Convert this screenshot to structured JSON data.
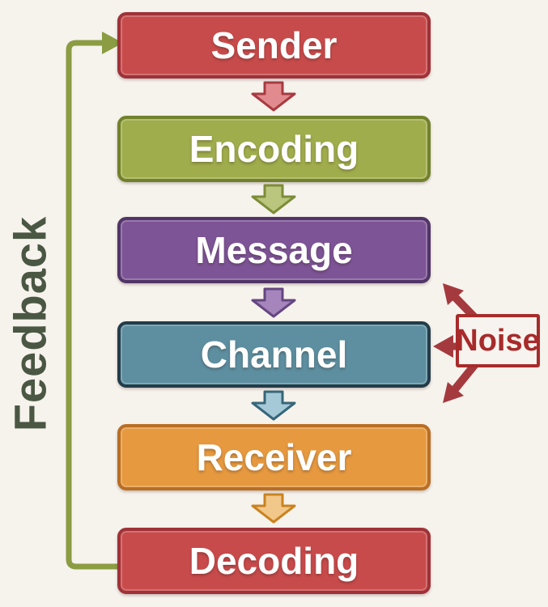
{
  "diagram": {
    "background": "#f6f2ec",
    "nodes": [
      {
        "label": "Sender",
        "fill": "#c84b4b",
        "border": "#9f3238",
        "arrow_fill": "#e28b8e",
        "arrow_border": "#a83a41"
      },
      {
        "label": "Encoding",
        "fill": "#a0ad4c",
        "border": "#71812c",
        "arrow_fill": "#bac57e",
        "arrow_border": "#7d8c37"
      },
      {
        "label": "Message",
        "fill": "#7d5495",
        "border": "#503566",
        "arrow_fill": "#a585bc",
        "arrow_border": "#644680"
      },
      {
        "label": "Channel",
        "fill": "#5d8fa0",
        "border": "#233c49",
        "arrow_fill": "#a5c9d6",
        "arrow_border": "#36667a"
      },
      {
        "label": "Receiver",
        "fill": "#e6993f",
        "border": "#b96e24",
        "arrow_fill": "#f2c78a",
        "arrow_border": "#c9831f"
      },
      {
        "label": "Decoding",
        "fill": "#c84b4b",
        "border": "#9f3238"
      }
    ],
    "feedback": {
      "label": "Feedback",
      "line_color": "#8b9c42",
      "text_color": "#4a5743"
    },
    "noise": {
      "label": "Noise",
      "box_fill": "#f7f3ee",
      "box_border_color": "#a72b2b",
      "text_color": "#a72b2b",
      "arrow_color": "#a43a3e"
    }
  }
}
